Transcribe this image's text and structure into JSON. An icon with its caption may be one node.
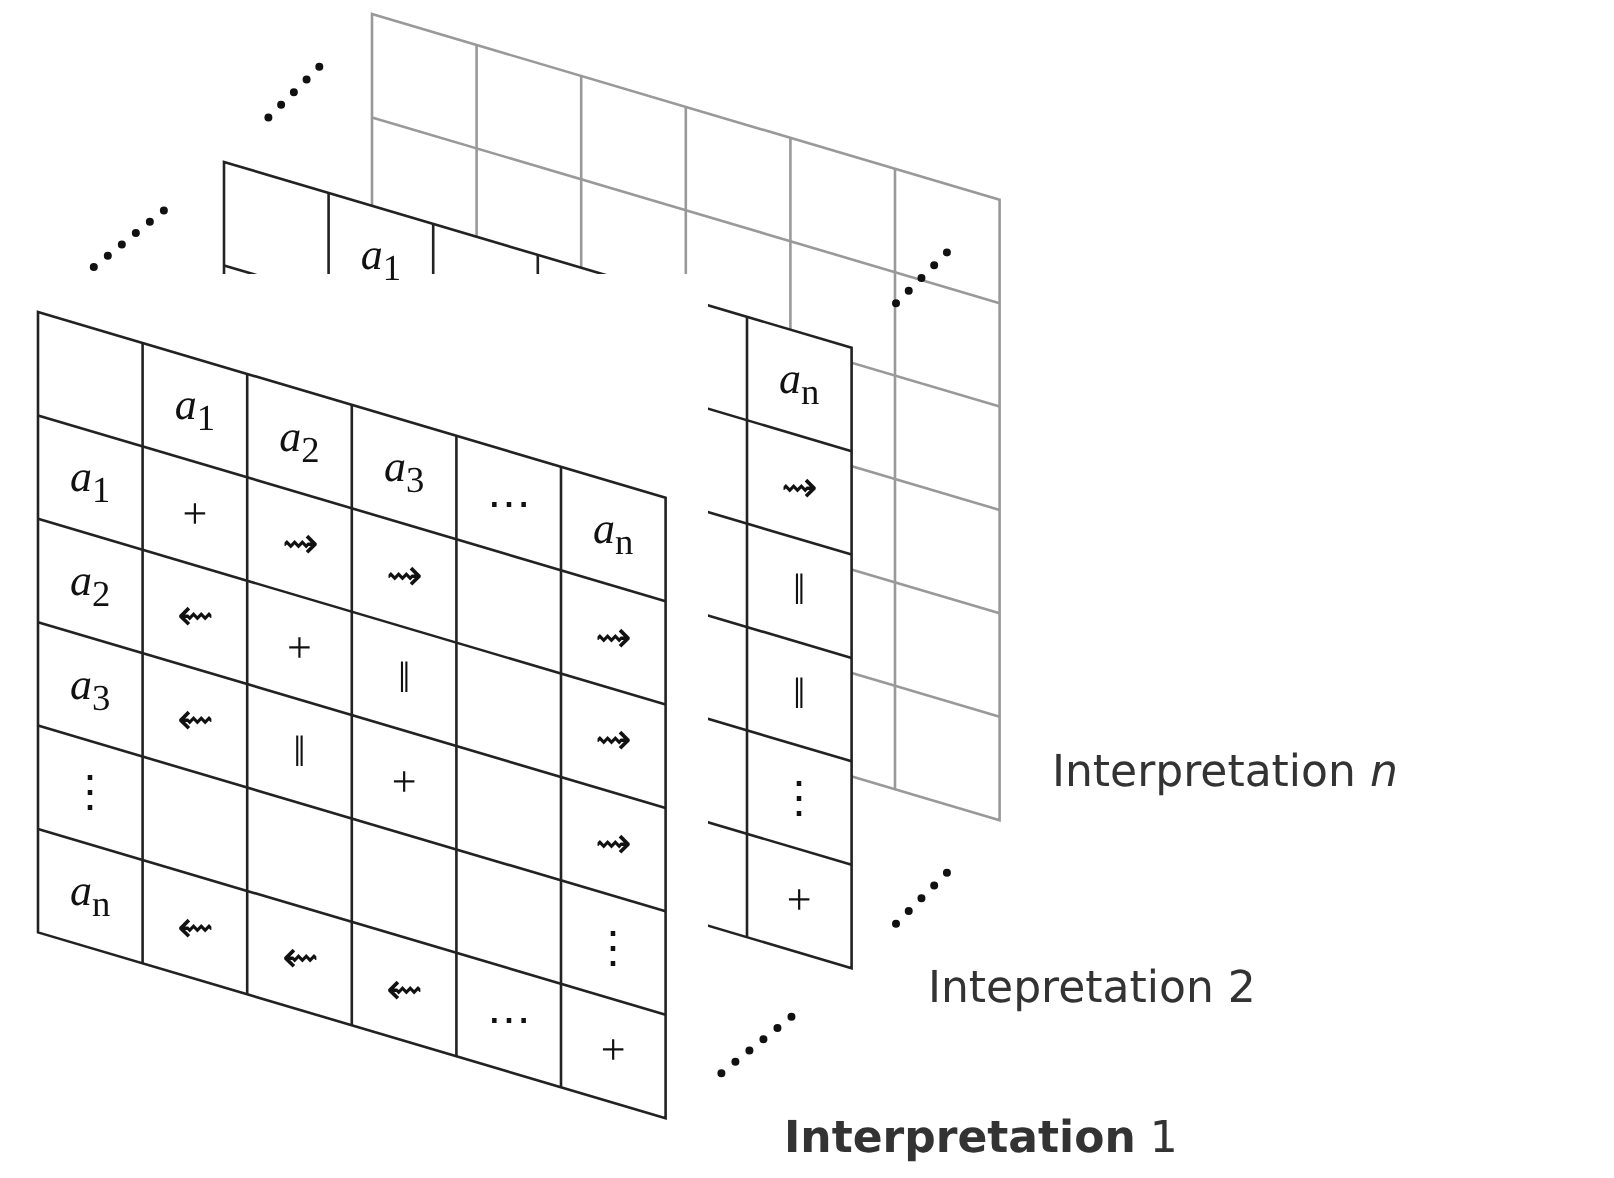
{
  "diagram": {
    "labels": [
      "*a*$_{1}$",
      "*a*$_{2}$",
      "*a*$_{3}$",
      "⋯",
      "*a*$_{n}$",
      "*a*$_{1}$",
      "+",
      "⇝",
      "⇝",
      "⇝",
      "*a*$_{2}$",
      "⇜",
      "+",
      "‖",
      "⇝",
      "*a*$_{3}$",
      "⇜",
      "‖",
      "+",
      "⇝",
      "⋮",
      "⋮",
      "*a*$_{n}$",
      "⇜",
      "⇜",
      "⇜",
      "⋯",
      "+",
      "*a*$_{1}$",
      "*a*$_{n}$",
      "⇝",
      "‖",
      "‖",
      "⋮",
      "+",
      "Interpretation *n*",
      "Intepretation 2",
      "**Interpretation** 1"
    ]
  }
}
